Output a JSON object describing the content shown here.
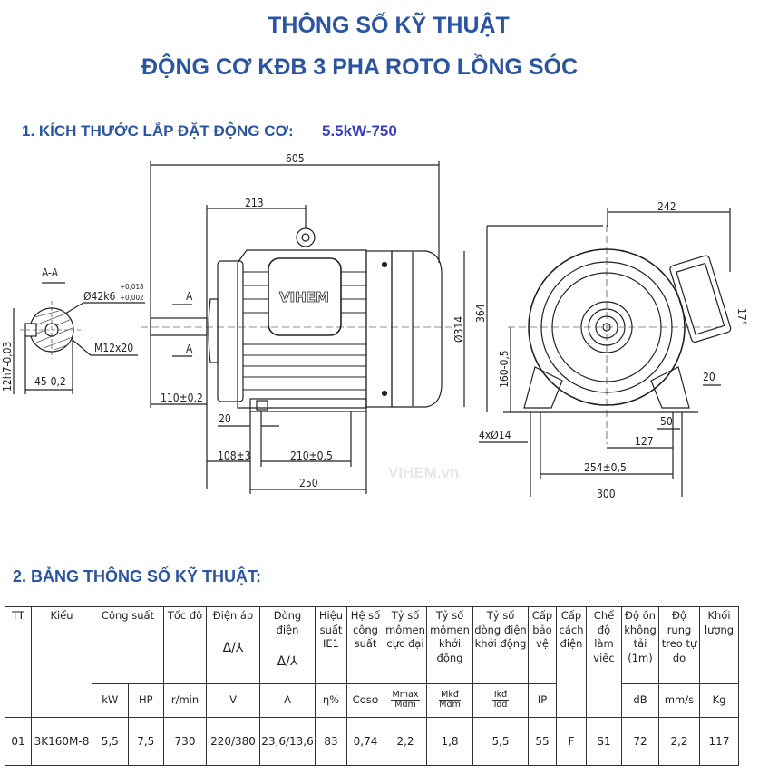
{
  "header": {
    "title_line1": "THÔNG SỐ KỸ THUẬT",
    "title_line2": "ĐỘNG CƠ KĐB 3 PHA ROTO LỒNG SÓC",
    "accent_color": "#2b55a3"
  },
  "section1": {
    "label": "1. KÍCH THƯỚC LẮP ĐẶT ĐỘNG CƠ:",
    "model": "5.5kW-750",
    "model_color": "#3b3fbf"
  },
  "drawing": {
    "section_view": {
      "label": "A-A",
      "shaft_dia": "Ø42k6",
      "shaft_tol_upper": "+0,018",
      "shaft_tol_lower": "+0,002",
      "thread": "M12x20",
      "key_width": "45-0,2",
      "key_height": "12h7-0,03"
    },
    "side_view": {
      "overall_length": "605",
      "eyebolt_offset": "213",
      "shaft_length": "110±0,2",
      "foot_dim": "20",
      "foot_offset": "108±3",
      "foot_spacing": "210±0,5",
      "base_length": "250",
      "fan_dia": "Ø314",
      "section_mark": "A",
      "brand_plate": "VIHEM"
    },
    "front_view": {
      "width_to_box": "242",
      "height": "364",
      "shaft_height": "160-0,5",
      "angle": "17°",
      "foot_thk": "20",
      "foot_width": "50",
      "half_spacing": "127",
      "holes": "4xØ14",
      "hole_spacing": "254±0,5",
      "base_width": "300"
    },
    "watermark": "VIHEM.vn"
  },
  "section2": {
    "label": "2. BẢNG THÔNG SỐ KỸ THUẬT:"
  },
  "table": {
    "headers": {
      "tt": "TT",
      "kieu": "Kiểu",
      "cong_suat": "Công suất",
      "toc_do": "Tốc độ",
      "dien_ap": "Điện áp",
      "dien_ap_sym": "Δ/⅄",
      "dong_dien": "Dòng điện",
      "dong_dien_sym": "Δ/⅄",
      "hieu_suat": "Hiệu suất IE1",
      "he_so": "Hệ số công suất",
      "mo_men_cuc_dai": "Tỷ số mômen cực đại",
      "mo_men_khoi_dong": "Tỷ số mômen khởi động",
      "dong_khoi_dong": "Tỷ số dòng điện khởi động",
      "cap_bao_ve": "Cấp bảo vệ",
      "cap_cach_dien": "Cấp cách điện",
      "che_do": "Chế độ làm việc",
      "do_on": "Độ ồn không tải (1m)",
      "do_rung": "Độ rung treo tự do",
      "khoi_luong": "Khối lượng"
    },
    "units": {
      "kw": "kW",
      "hp": "HP",
      "rpm": "r/min",
      "v": "V",
      "a": "A",
      "eff": "η%",
      "cos": "Cosφ",
      "mmax_num": "Mmax",
      "mmax_den": "Mđm",
      "mkd_num": "Mkđ",
      "mkd_den": "Mđm",
      "ikd_num": "Ikđ",
      "ikd_den": "Iđđ",
      "ip": "IP",
      "db": "dB",
      "mms": "mm/s",
      "kg": "Kg"
    },
    "rows": [
      {
        "tt": "01",
        "kieu": "3K160M-8",
        "kw": "5,5",
        "hp": "7,5",
        "rpm": "730",
        "v": "220/380",
        "a": "23,6/13,6",
        "eff": "83",
        "cos": "0,74",
        "mmax": "2,2",
        "mkd": "1,8",
        "ikd": "5,5",
        "ip": "55",
        "insul": "F",
        "duty": "S1",
        "db": "72",
        "vib": "2,2",
        "kg": "117"
      }
    ]
  }
}
